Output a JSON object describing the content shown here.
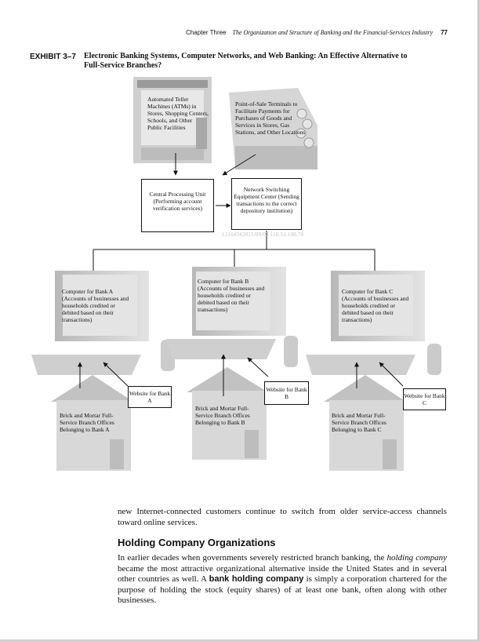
{
  "running_head": {
    "chapter": "Chapter Three",
    "title": "The Organization and Structure of Banking and the Financial-Services Industry",
    "page_number": "77"
  },
  "exhibit": {
    "label": "EXHIBIT 3–7",
    "title": "Electronic Banking Systems, Computer Networks, and Web Banking: An Effective Alternative to Full-Service Branches?"
  },
  "diagram": {
    "atm_text": "Automated Teller Machines (ATMs) in Stores, Shopping Centers, Schools, and Other Public Facilities",
    "pos_text": "Point-of-Sale Terminals to Facilitate Payments for Purchases of Goods and Services in Stores, Gas Stations, and Other Locations",
    "cpu_text": "Central Processing Unit (Performing account verification services)",
    "network_text": "Network Switching Equipment Center (Sending transactions to the correct depository institution)",
    "watermark": "12164342015/09/03 110.52.100.70",
    "banks": [
      {
        "computer_text": "Computer for Bank A (Accounts of businesses and households credited or debited based on their transactions)",
        "website_text": "Website for Bank A",
        "branch_text": "Brick and Mortar Full-Service Branch Offices Belonging to Bank A"
      },
      {
        "computer_text": "Computer for Bank B (Accounts of businesses and households credited or debited based on their transactions)",
        "website_text": "Website for Bank B",
        "branch_text": "Brick and Mortar Full-Service Branch Offices Belonging to Bank B"
      },
      {
        "computer_text": "Computer for Bank C (Accounts of businesses and households credited or debited based on their transactions)",
        "website_text": "Website for Bank C",
        "branch_text": "Brick and Mortar Full-Service Branch Offices Belonging to Bank C"
      }
    ]
  },
  "body": {
    "para1": "new Internet-connected customers continue to switch from older service-access channels toward online services.",
    "section_heading": "Holding Company Organizations",
    "para2_a": "In earlier decades when governments severely restricted branch banking, the ",
    "para2_em": "holding company",
    "para2_b": " became the most attractive organizational alternative inside the United States and in several other countries as well. A ",
    "para2_bold": "bank holding company",
    "para2_c": " is simply a corporation chartered for the purpose of holding the stock (equity shares) of at least one bank, often along with other businesses."
  }
}
